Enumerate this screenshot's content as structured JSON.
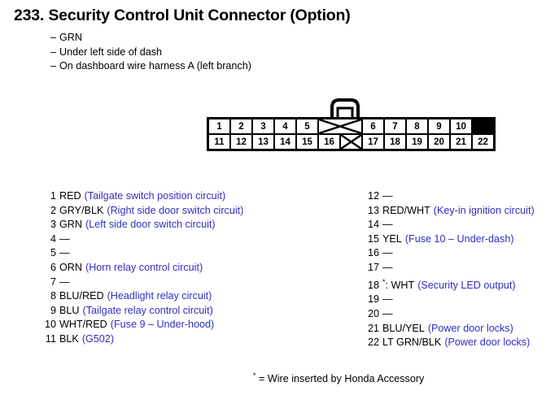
{
  "header": {
    "number": "233.",
    "title": "Security Control Unit Connector (Option)",
    "full_title": "233.  Security Control Unit Connector (Option)",
    "notes": [
      "GRN",
      "Under left side of dash",
      "On dashboard wire harness A (left branch)"
    ],
    "note_bullet": "–"
  },
  "connector": {
    "name": "connector-diagram",
    "clip_label": "retaining-clip",
    "top_row": [
      {
        "type": "pin",
        "label": "1"
      },
      {
        "type": "pin",
        "label": "2"
      },
      {
        "type": "pin",
        "label": "3"
      },
      {
        "type": "pin",
        "label": "4"
      },
      {
        "type": "pin",
        "label": "5"
      },
      {
        "type": "blank-wide",
        "label": ""
      },
      {
        "type": "pin",
        "label": "6"
      },
      {
        "type": "pin",
        "label": "7"
      },
      {
        "type": "pin",
        "label": "8"
      },
      {
        "type": "pin",
        "label": "9"
      },
      {
        "type": "pin",
        "label": "10"
      }
    ],
    "bottom_row": [
      {
        "type": "pin",
        "label": "11"
      },
      {
        "type": "pin",
        "label": "12"
      },
      {
        "type": "pin",
        "label": "13"
      },
      {
        "type": "pin",
        "label": "14"
      },
      {
        "type": "pin",
        "label": "15"
      },
      {
        "type": "pin",
        "label": "16"
      },
      {
        "type": "blank-narrow",
        "label": ""
      },
      {
        "type": "pin",
        "label": "17"
      },
      {
        "type": "pin",
        "label": "18"
      },
      {
        "type": "pin",
        "label": "19"
      },
      {
        "type": "pin",
        "label": "20"
      },
      {
        "type": "pin",
        "label": "21"
      },
      {
        "type": "pin",
        "label": "22"
      }
    ]
  },
  "pins_left": [
    {
      "num": "1",
      "wire": "RED",
      "desc": "(Tailgate switch position circuit)"
    },
    {
      "num": "2",
      "wire": "GRY/BLK",
      "desc": "(Right side door switch circuit)"
    },
    {
      "num": "3",
      "wire": "GRN",
      "desc": "(Left side door switch circuit)"
    },
    {
      "num": "4",
      "wire": "—",
      "desc": ""
    },
    {
      "num": "5",
      "wire": "—",
      "desc": ""
    },
    {
      "num": "6",
      "wire": "ORN",
      "desc": "(Horn relay control circuit)"
    },
    {
      "num": "7",
      "wire": "—",
      "desc": ""
    },
    {
      "num": "8",
      "wire": "BLU/RED",
      "desc": "(Headlight relay circuit)"
    },
    {
      "num": "9",
      "wire": "BLU",
      "desc": "(Tailgate relay control circuit)"
    },
    {
      "num": "10",
      "wire": "WHT/RED",
      "desc": "(Fuse 9 – Under-hood)"
    },
    {
      "num": "11",
      "wire": "BLK",
      "desc": "(G502)"
    }
  ],
  "pins_right": [
    {
      "num": "12",
      "wire": "—",
      "desc": ""
    },
    {
      "num": "13",
      "wire": "RED/WHT",
      "desc": "(Key-in ignition circuit)"
    },
    {
      "num": "14",
      "wire": "—",
      "desc": ""
    },
    {
      "num": "15",
      "wire": "YEL",
      "desc": "(Fuse 10 – Under-dash)"
    },
    {
      "num": "16",
      "wire": "—",
      "desc": ""
    },
    {
      "num": "17",
      "wire": "—",
      "desc": ""
    },
    {
      "num": "18",
      "wire": ": WHT",
      "desc": "(Security LED output)",
      "star": "*"
    },
    {
      "num": "19",
      "wire": "—",
      "desc": ""
    },
    {
      "num": "20",
      "wire": "—",
      "desc": ""
    },
    {
      "num": "21",
      "wire": "BLU/YEL",
      "desc": "(Power door locks)"
    },
    {
      "num": "22",
      "wire": "LT GRN/BLK",
      "desc": "(Power door locks)"
    }
  ],
  "footnote": {
    "star": "*",
    "text": "= Wire inserted by Honda Accessory"
  },
  "colors": {
    "description_blue": "#2f2fc0",
    "ink_black": "#000000",
    "page_background": "#ffffff"
  }
}
